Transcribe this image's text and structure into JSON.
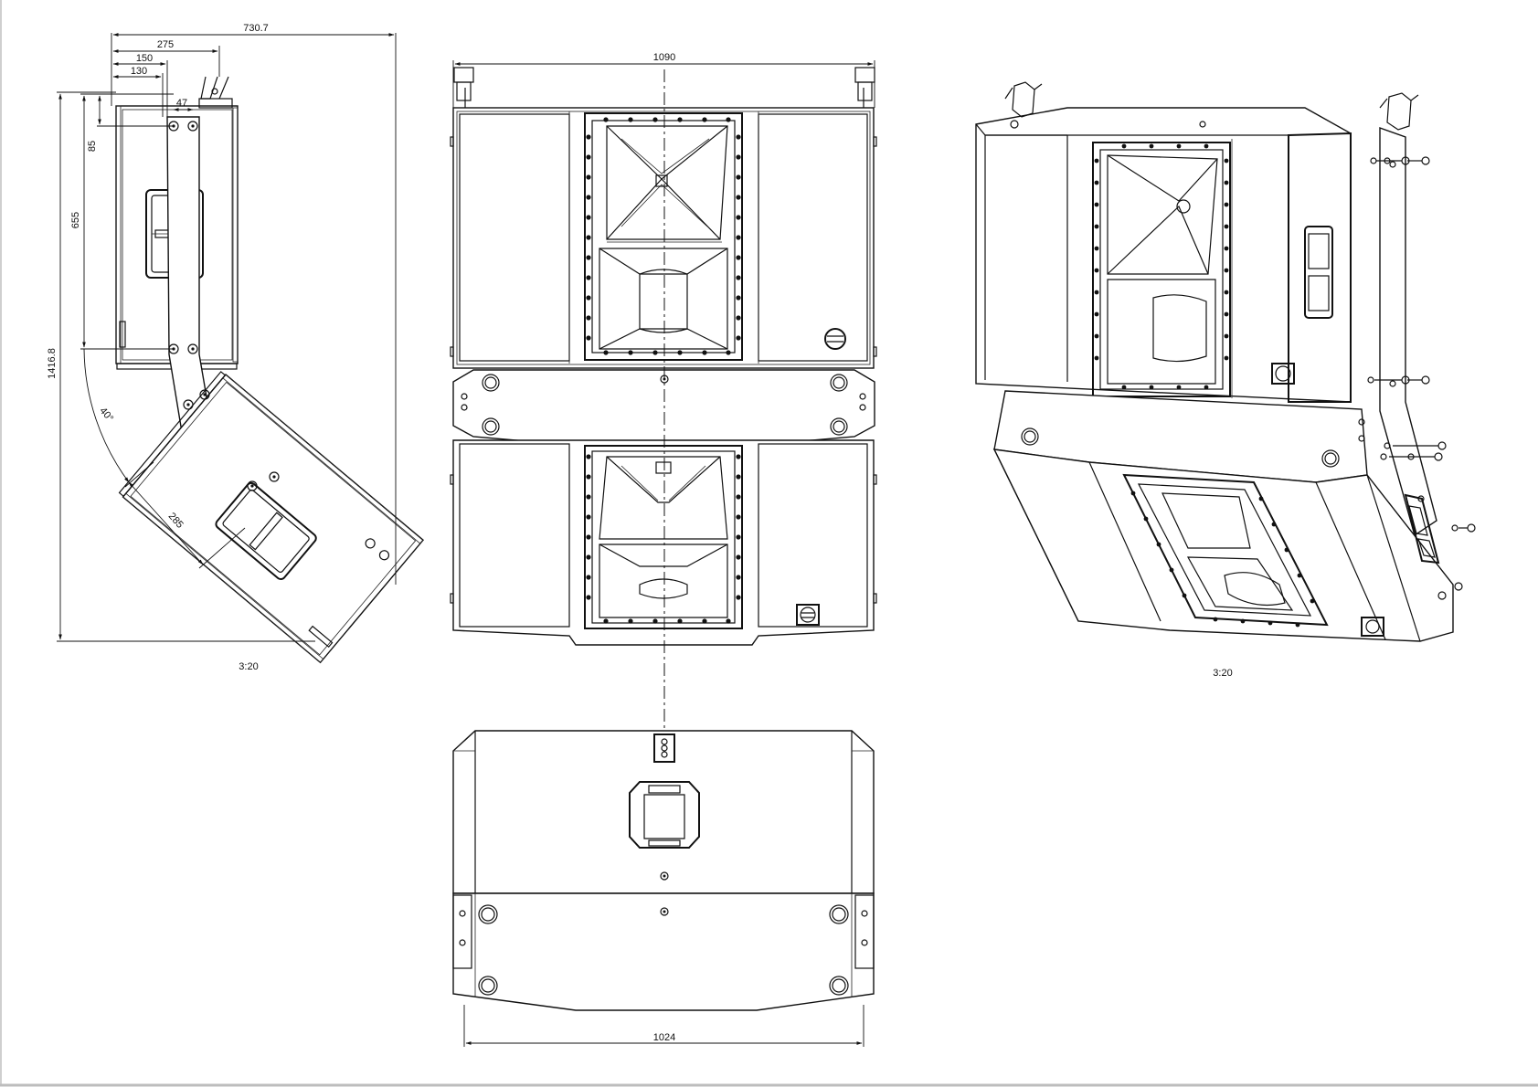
{
  "drawing": {
    "side_view": {
      "dimensions": {
        "overall_width": "730.7",
        "width_275": "275",
        "width_150": "150",
        "width_130": "130",
        "width_47": "47",
        "height_85": "85",
        "height_655": "655",
        "overall_height": "1416.8",
        "angle": "40°",
        "depth_285": "285"
      },
      "scale": "3:20"
    },
    "front_view": {
      "dimensions": {
        "top_width": "1090"
      }
    },
    "bottom_view": {
      "dimensions": {
        "bottom_width": "1024"
      }
    },
    "iso_view": {
      "scale": "3:20"
    }
  }
}
